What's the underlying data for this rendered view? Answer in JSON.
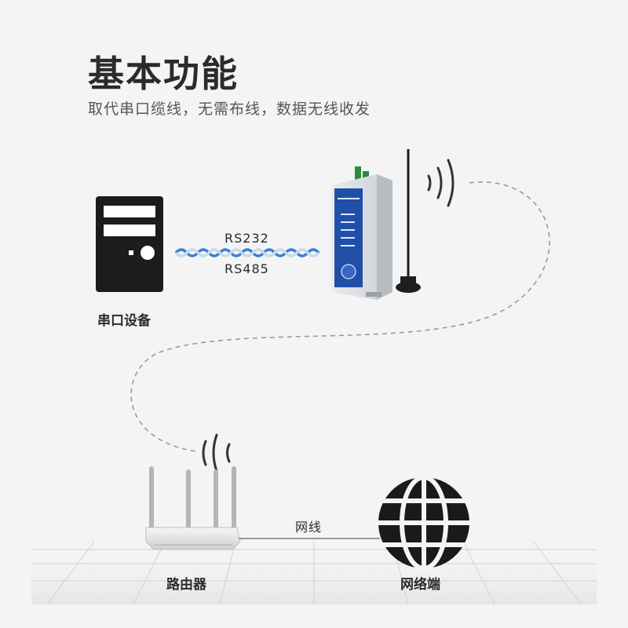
{
  "header": {
    "title": "基本功能",
    "subtitle": "取代串口缆线，无需布线，数据无线收发"
  },
  "nodes": {
    "serial_device": "串口设备",
    "router": "路由器",
    "network": "网络端"
  },
  "links": {
    "serial_top": "RS232",
    "serial_bottom": "RS485",
    "ethernet": "网线"
  },
  "colors": {
    "serial_cable_a": "#3a7fd6",
    "serial_cable_b": "#c9d8ea",
    "dashed_link": "#9a9a9a",
    "device_blue": "#1f4fa8"
  }
}
